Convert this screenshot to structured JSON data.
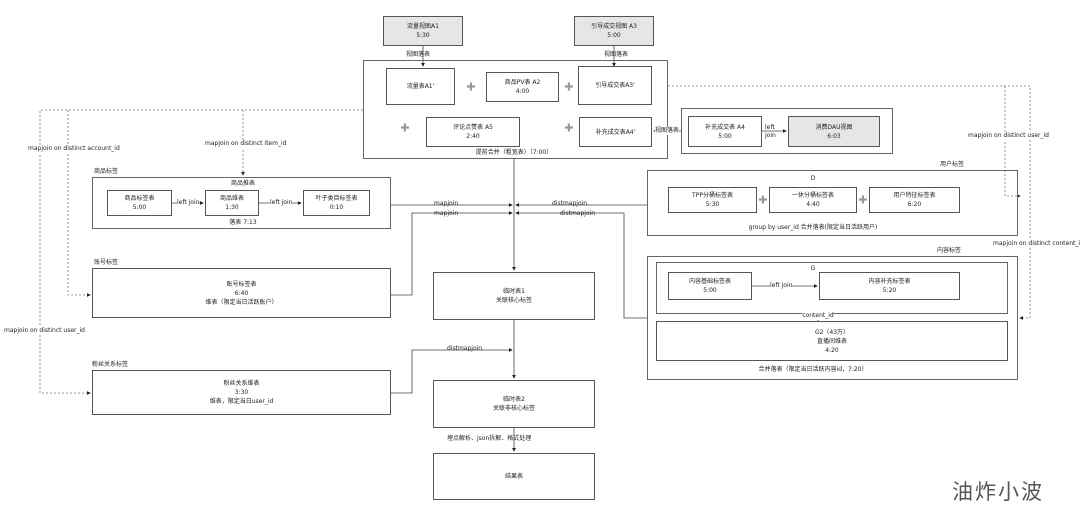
{
  "views": {
    "a1": {
      "name": "流量视图A1",
      "time": "5:30"
    },
    "a3": {
      "name": "引导成交视图 A3",
      "time": "5:00"
    },
    "a1_edge": "视图落表",
    "a3_edge": "视图落表"
  },
  "merge": {
    "caption": "提前合并（粗宽表）（7:00）",
    "a1p": {
      "name": "流量表A1'"
    },
    "a2": {
      "name": "商品PV表 A2",
      "time": "4:00"
    },
    "a3p": {
      "name": "引导成交表A3'"
    },
    "a5": {
      "name": "评论点赞表 A5",
      "time": "2:40"
    },
    "a4p": {
      "name": "补充成交表A4'"
    }
  },
  "a4group": {
    "a4": {
      "name": "补充成交表 A4",
      "time": "5:00"
    },
    "join": "left join",
    "dau": {
      "name": "消费DAU视图",
      "time": "6:03"
    },
    "edge": "视图落表"
  },
  "item": {
    "label": "商品标签",
    "sub": "商品推表",
    "tag": {
      "name": "商品标签表",
      "time": "5:00"
    },
    "dim": {
      "name": "商品维表",
      "time": "1:30"
    },
    "leaf": {
      "name": "叶子类目标签表",
      "time": "0:10"
    },
    "join1": "left join",
    "join2": "left join",
    "caption": "落表 7:13"
  },
  "user": {
    "label": "用户标签",
    "sub": "D",
    "tpp": {
      "name": "TPP分桶标签表",
      "time": "5:30"
    },
    "yixiu": {
      "name": "一休分桶标签表",
      "time": "4:40"
    },
    "feat": {
      "name": "用户特征标签表",
      "time": "6:20"
    },
    "caption": "group by user_id 合并落表(限定当日活跃用户)"
  },
  "account": {
    "label": "账号标签",
    "name": "账号标签表",
    "time": "6:40",
    "note": "维表（限定当日活跃账户）"
  },
  "content": {
    "label": "内容标签",
    "sub": "G",
    "base": {
      "name": "内容基础标签表",
      "time": "5:00"
    },
    "join": "left join",
    "extra": {
      "name": "内容补充标签表",
      "time": "5:20"
    },
    "key": "content_id",
    "g2": {
      "name": "G2（43万）",
      "desc": "直播间维表",
      "time": "4:20"
    },
    "caption": "合并落表（限定当日活跃内容id，7:20）"
  },
  "fans": {
    "label": "粉丝关系标签",
    "name": "粉丝关系维表",
    "time": "3:30",
    "note": "维表，限定当日user_id"
  },
  "temp1": {
    "name": "临时表1",
    "desc": "关联核心标签"
  },
  "temp2": {
    "name": "临时表2",
    "desc": "关联非核心标签"
  },
  "process": "埋点解析、json拆解、格式处理",
  "result": {
    "name": "结果表"
  },
  "edges": {
    "account_id": "mapjoin on distinct account_id",
    "item_id": "mapjoin on distinct item_id",
    "user_id_right": "mapjoin on distinct user_id",
    "content_id": "mapjoin on distinct content_id",
    "user_id_left": "mapjoin on distinct user_id",
    "mapjoin1": "mapjoin",
    "mapjoin2": "mapjoin",
    "distmapjoin1": "distmapjoin",
    "distmapjoin2": "distmapjoin",
    "distmapjoin3": "distmapjoin"
  },
  "watermark": "油炸小波"
}
